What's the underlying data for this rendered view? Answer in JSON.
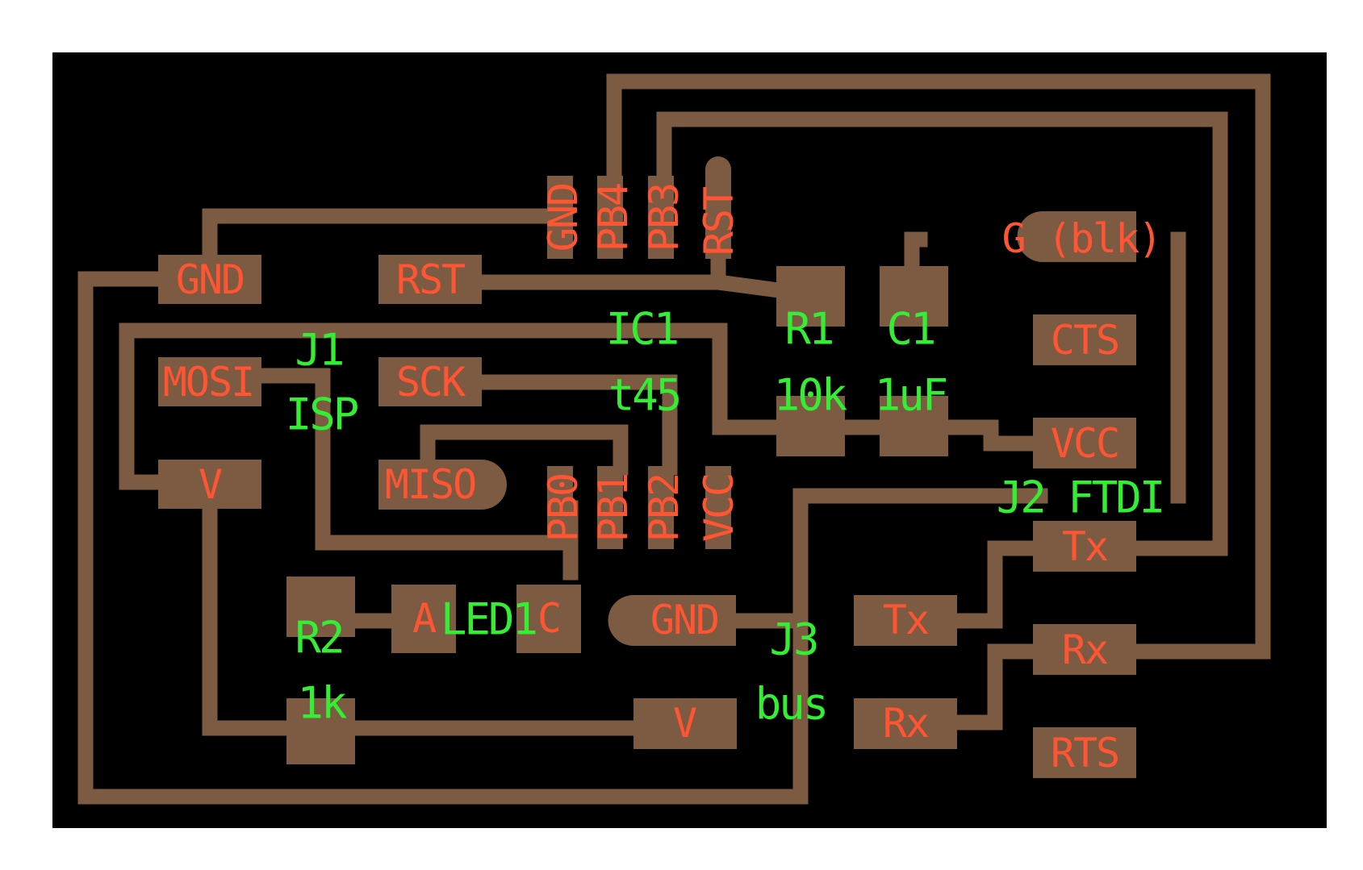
{
  "colors": {
    "board": "#000000",
    "copper": "#7d5a42",
    "pad_label": "#ff5533",
    "part_label": "#33ee33"
  },
  "pad_labels": {
    "j1_gnd": "GND",
    "j1_rst": "RST",
    "j1_mosi": "MOSI",
    "j1_sck": "SCK",
    "j1_miso": "MISO",
    "j1_v": "V",
    "ic1_gnd": "GND",
    "ic1_pb4": "PB4",
    "ic1_pb3": "PB3",
    "ic1_rst": "RST",
    "ic1_pb0": "PB0",
    "ic1_pb1": "PB1",
    "ic1_pb2": "PB2",
    "ic1_vcc": "VCC",
    "j2_g": "G (blk)",
    "j2_cts": "CTS",
    "j2_vcc": "VCC",
    "j2_tx": "Tx",
    "j2_rx": "Rx",
    "j2_rts": "RTS",
    "j3_gnd": "GND",
    "j3_tx": "Tx",
    "j3_rx": "Rx",
    "j3_v": "V",
    "led_a": "A",
    "led_c": "C"
  },
  "part_labels": {
    "j1": "J1",
    "j1_value": "ISP",
    "ic1": "IC1",
    "ic1_value": "t45",
    "r1": "R1",
    "r1_value": "10k",
    "c1": "C1",
    "c1_value": "1uF",
    "j2": "J2 FTDI",
    "j3": "J3",
    "j3_value": "bus",
    "r2": "R2",
    "r2_value": "1k",
    "led1": "LED1"
  }
}
